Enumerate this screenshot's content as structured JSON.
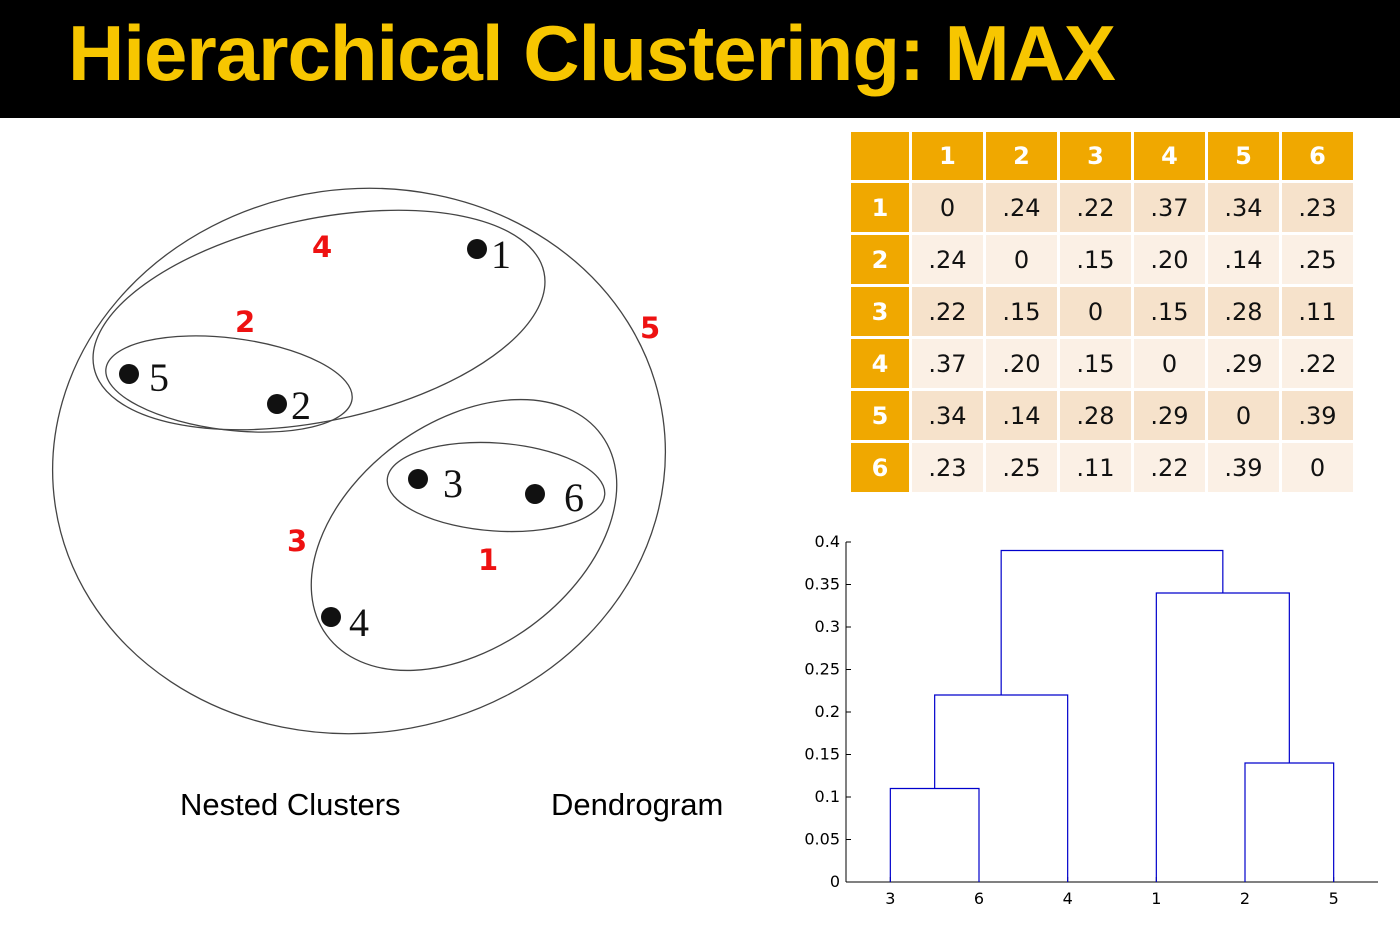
{
  "title": "Hierarchical Clustering: MAX",
  "nested": {
    "caption": "Nested Clusters",
    "points": [
      {
        "label": "1"
      },
      {
        "label": "5"
      },
      {
        "label": "2"
      },
      {
        "label": "3"
      },
      {
        "label": "6"
      },
      {
        "label": "4"
      }
    ],
    "merge_labels": [
      "4",
      "2",
      "5",
      "3",
      "1"
    ]
  },
  "dendrogram": {
    "caption": "Dendrogram"
  },
  "matrix": {
    "headers": [
      "1",
      "2",
      "3",
      "4",
      "5",
      "6"
    ],
    "rows": [
      {
        "label": "1",
        "values": [
          "0",
          ".24",
          ".22",
          ".37",
          ".34",
          ".23"
        ]
      },
      {
        "label": "2",
        "values": [
          ".24",
          "0",
          ".15",
          ".20",
          ".14",
          ".25"
        ]
      },
      {
        "label": "3",
        "values": [
          ".22",
          ".15",
          "0",
          ".15",
          ".28",
          ".11"
        ]
      },
      {
        "label": "4",
        "values": [
          ".37",
          ".20",
          ".15",
          "0",
          ".29",
          ".22"
        ]
      },
      {
        "label": "5",
        "values": [
          ".34",
          ".14",
          ".28",
          ".29",
          "0",
          ".39"
        ]
      },
      {
        "label": "6",
        "values": [
          ".23",
          ".25",
          ".11",
          ".22",
          ".39",
          "0"
        ]
      }
    ]
  },
  "colors": {
    "title": "#f7c600",
    "header_cell": "#f0a800",
    "merge_label": "#ee1111",
    "dendrogram_line": "#0000cc"
  },
  "chart_data": {
    "type": "dendrogram",
    "leaves": [
      "3",
      "6",
      "4",
      "1",
      "2",
      "5"
    ],
    "merges": [
      {
        "left": "3",
        "right": "6",
        "height": 0.11
      },
      {
        "left": "2",
        "right": "5",
        "height": 0.14
      },
      {
        "left": "{3,6}",
        "right": "4",
        "height": 0.22
      },
      {
        "left": "1",
        "right": "{2,5}",
        "height": 0.34
      },
      {
        "left": "{3,6,4}",
        "right": "{1,2,5}",
        "height": 0.39
      }
    ],
    "yticks": [
      "0",
      "0.05",
      "0.1",
      "0.15",
      "0.2",
      "0.25",
      "0.3",
      "0.35",
      "0.4"
    ],
    "ylim": [
      0,
      0.4
    ]
  }
}
